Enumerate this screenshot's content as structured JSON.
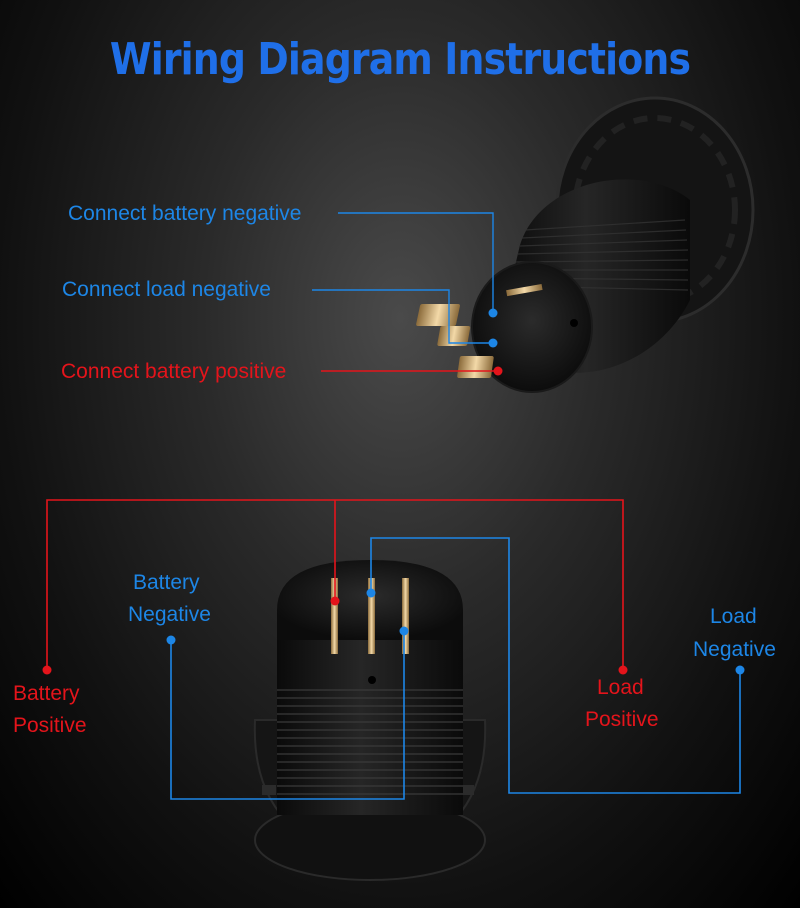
{
  "title": "Wiring Diagram Instructions",
  "colors": {
    "title": "#1f6fe8",
    "negative_wire": "#1d86e6",
    "positive_wire": "#e4141b",
    "terminal": "#d8a65a"
  },
  "top_labels": {
    "battery_negative": "Connect battery negative",
    "load_negative": "Connect  load negative",
    "battery_positive": "Connect battery positive"
  },
  "bottom_labels": {
    "battery_negative": [
      "Battery",
      "Negative"
    ],
    "battery_positive": [
      "Battery",
      "Positive"
    ],
    "load_positive": [
      "Load",
      "Positive"
    ],
    "load_negative": [
      "Load",
      "Negative"
    ]
  }
}
